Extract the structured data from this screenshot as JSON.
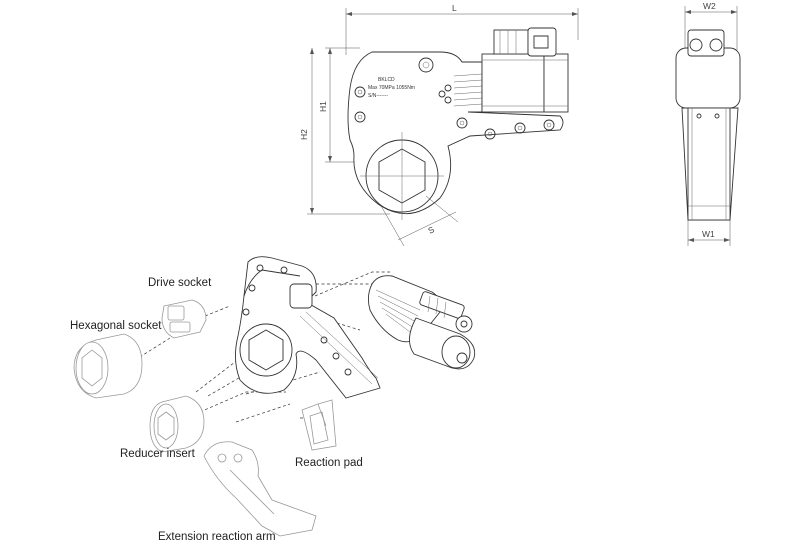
{
  "dimensions": {
    "length": "L",
    "height_1": "H1",
    "height_2": "H2",
    "hex_size": "S",
    "width_1": "W1",
    "width_2": "W2"
  },
  "nameplate": {
    "line1": "BKLCD",
    "line2": "Max 70MPa 1055Nm",
    "line3": "S/N-------"
  },
  "parts": {
    "drive_socket": "Drive socket",
    "hexagonal_socket": "Hexagonal socket",
    "reducer_insert": "Reducer insert",
    "reaction_pad": "Reaction pad",
    "extension_reaction_arm": "Extension reaction arm"
  }
}
